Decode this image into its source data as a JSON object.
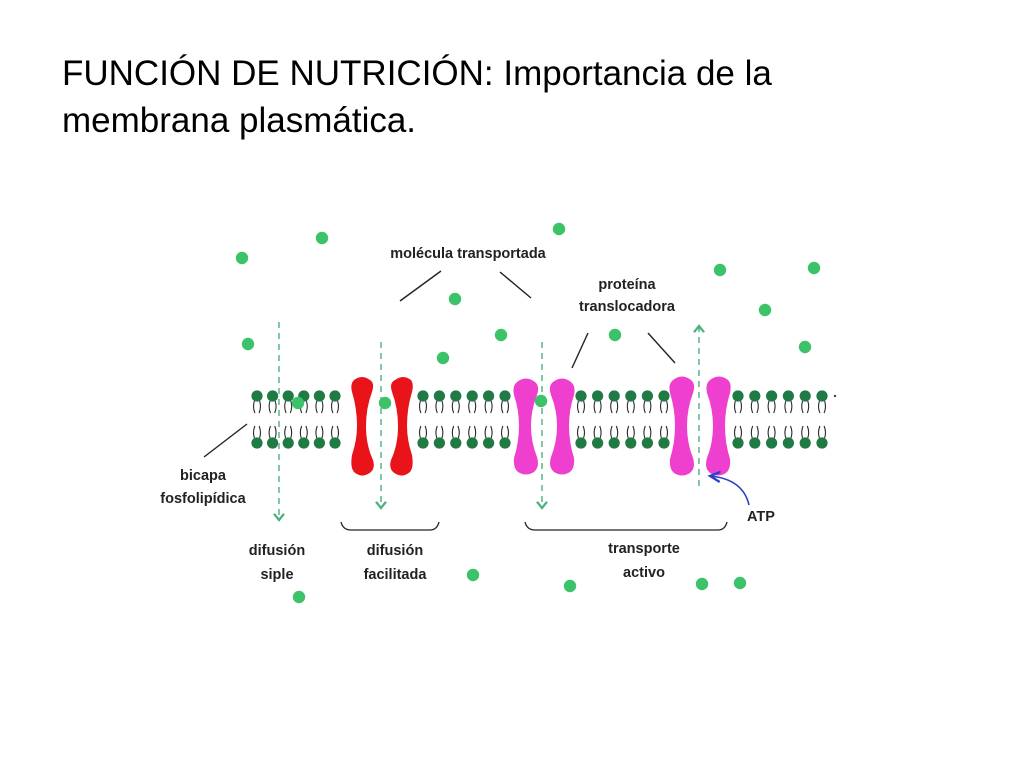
{
  "title": {
    "line1": "FUNCIÓN DE NUTRICIÓN: Importancia de la",
    "line2": "membrana plasmática."
  },
  "labels": {
    "molecule": "molécula transportada",
    "protein_line1": "proteína",
    "protein_line2": "translocadora",
    "bilayer_line1": "bicapa",
    "bilayer_line2": "fosfolipídica",
    "atp": "ATP",
    "simple_line1": "difusión",
    "simple_line2": "siple",
    "facilitated_line1": "difusión",
    "facilitated_line2": "facilitada",
    "active_line1": "transporte",
    "active_line2": "activo"
  },
  "colors": {
    "molecule": "#3cc36a",
    "lipid_head": "#1f7a43",
    "channel_protein": "#e8141a",
    "carrier_protein": "#ee3fcf",
    "atp_arrow": "#2c3fc8",
    "dashed_arrow": "#4ab17f",
    "pointer": "#222222"
  }
}
